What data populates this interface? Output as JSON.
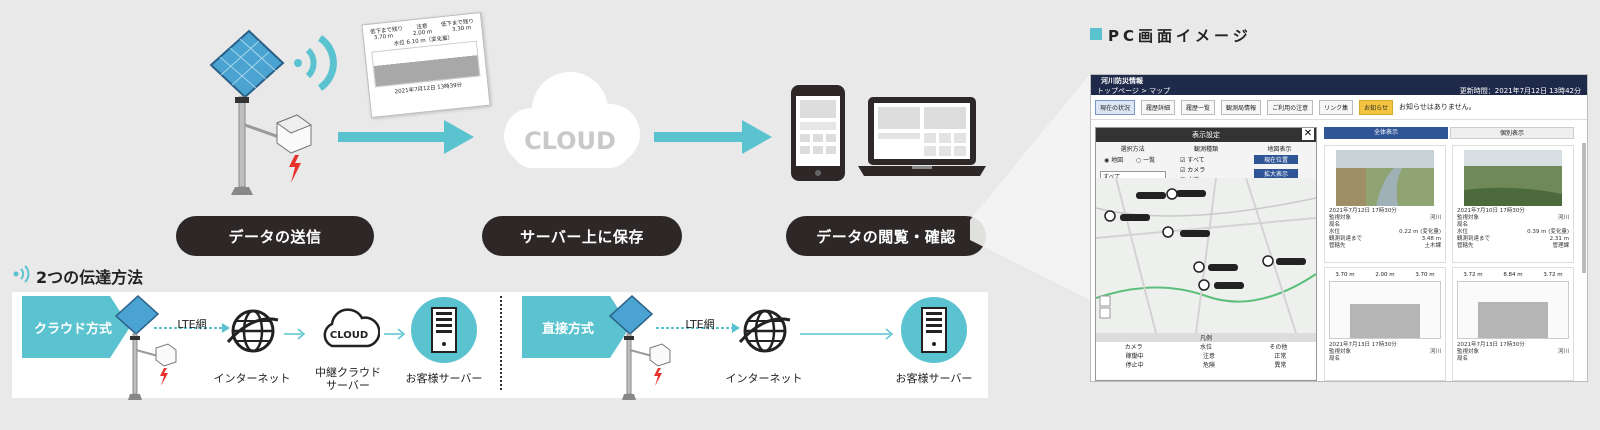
{
  "flow": {
    "steps": [
      {
        "label": "データの送信"
      },
      {
        "label": "サーバー上に保存"
      },
      {
        "label": "データの閲覧・確認"
      }
    ],
    "cloud_label": "CLOUD",
    "card_date": "2021年7月12日 13時39分",
    "card_values": [
      "3.70 m",
      "2.00 m",
      "3.30 m",
      "6.10 m（変化量）"
    ],
    "card_labels": [
      "低下まで残り",
      "注意",
      "到達まで残り",
      "水位",
      "低下まで残り"
    ]
  },
  "methods": {
    "title": "2つの伝達方法",
    "cloud": {
      "tag": "クラウド方式",
      "network": "LTE網",
      "internet": "インターネット",
      "cloud_icon": "CLOUD",
      "relay": "中継クラウド\nサーバー",
      "customer": "お客様サーバー"
    },
    "direct": {
      "tag": "直接方式",
      "network": "LTE網",
      "internet": "インターネット",
      "customer": "お客様サーバー"
    }
  },
  "pc": {
    "title": "PC画面イメージ",
    "bar_title": "河川防災情報",
    "breadcrumb": "トップページ > マップ",
    "updated": "更新時間：2021年7月12日 13時42分",
    "toolbar": [
      "現在の状況",
      "履歴詳細",
      "履歴一覧",
      "観測局情報",
      "ご利用の注意",
      "リンク集"
    ],
    "notice_btn": "お知らせ",
    "notice_text": "お知らせはありません。",
    "left_panel_head": "表示設定",
    "filter_labels": [
      "選択方法",
      "観測種類",
      "地図表示"
    ],
    "filter_opts": [
      "地図",
      "一覧",
      "すべて",
      "カメラ",
      "水位"
    ],
    "buttons": [
      "現在位置",
      "拡大表示"
    ],
    "select_value": "すべて",
    "legend_head": "凡例",
    "legend_cols": [
      "カメラ",
      "水位",
      "その他"
    ],
    "legend_items": [
      "稼働中",
      "停止中",
      "注意",
      "危険",
      "正常",
      "異常"
    ],
    "tabs": [
      "全体表示",
      "個別表示"
    ],
    "cards": [
      {
        "date": "2021年7月12日 17時30分",
        "rows": [
          [
            "監視対象",
            "河川"
          ],
          [
            "局名",
            ""
          ],
          [
            "水位",
            "0.22 m (変化量)"
          ],
          [
            "観測到達まで",
            "3.48 m"
          ],
          [
            "管轄先",
            "土木課"
          ]
        ]
      },
      {
        "date": "2021年7月10日 17時30分",
        "rows": [
          [
            "監視対象",
            "河川"
          ],
          [
            "局名",
            ""
          ],
          [
            "水位",
            "0.39 m (変化量)"
          ],
          [
            "観測到達まで",
            "2.31 m"
          ],
          [
            "管轄先",
            "管理課"
          ]
        ]
      },
      {
        "date": "2021年7月13日 17時30分",
        "rows": [
          [
            "監視対象",
            "河川"
          ],
          [
            "局名",
            ""
          ]
        ]
      },
      {
        "date": "2021年7月13日 17時30分",
        "rows": [
          [
            "監視対象",
            "河川"
          ],
          [
            "局名",
            ""
          ]
        ]
      }
    ],
    "card_table_values": [
      [
        "3.70 m",
        "2.00 m",
        "3.70 m"
      ],
      [
        "3.72 m",
        "8.84 m",
        "3.72 m"
      ]
    ]
  },
  "colors": {
    "accent": "#5bc3d0",
    "dark": "#2d2827",
    "red": "#e5322d"
  }
}
